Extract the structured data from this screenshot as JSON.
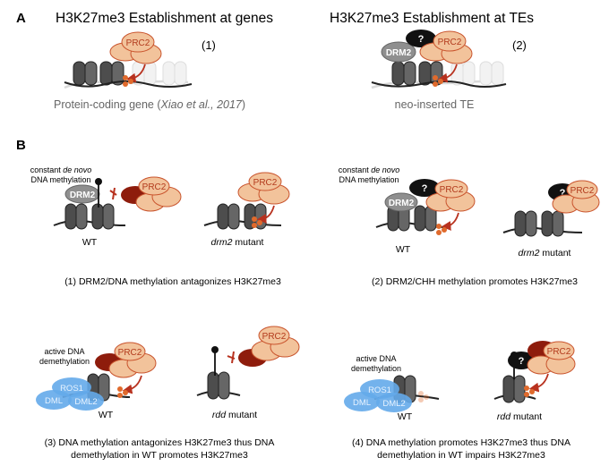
{
  "panel_a": {
    "letter": "A",
    "title_left": "H3K27me3 Establishment at genes",
    "title_right": "H3K27me3 Establishment at TEs",
    "num_left": "(1)",
    "num_right": "(2)",
    "caption_left_pre": "Protein-coding gene (",
    "caption_left_ital": "Xiao et al., 2017",
    "caption_left_post": ")",
    "caption_right": "neo-inserted TE"
  },
  "panel_b": {
    "letter": "B",
    "cdnm_pre": "constant",
    "cdnm_ital": "de novo",
    "cdnm_line2": "DNA methylation",
    "active_line1": "active DNA",
    "active_line2": "demethylation",
    "wt": "WT",
    "drm2_mutant_ital": "drm2",
    "rdd_mutant_ital": "rdd",
    "mutant_word": " mutant",
    "cap1": "(1) DRM2/DNA methylation antagonizes H3K27me3",
    "cap2": "(2) DRM2/CHH methylation promotes H3K27me3",
    "cap3_l1": "(3) DNA methylation antagonizes H3K27me3 thus DNA",
    "cap3_l2": "demethylation in WT promotes H3K27me3",
    "cap4_l1": "(4) DNA methylation promotes H3K27me3 thus DNA",
    "cap4_l2": "demethylation in WT impairs H3K27me3"
  },
  "labels": {
    "prc2": "PRC2",
    "drm2": "DRM2",
    "q": "?",
    "ros1": "ROS1",
    "dml": "DML",
    "dml2": "DML2"
  },
  "colors": {
    "prc2_fill": "#f2c39b",
    "prc2_stroke": "#c9542d",
    "prc2_text": "#b23a1c",
    "dark_red": "#8e1c0c",
    "arrow": "#b8321f",
    "nucleosome": "#555555",
    "ghost": "#dcdcdc",
    "drm2": "#8f8f8f",
    "blue": "#64aaea",
    "mark": "#e06a2c"
  }
}
